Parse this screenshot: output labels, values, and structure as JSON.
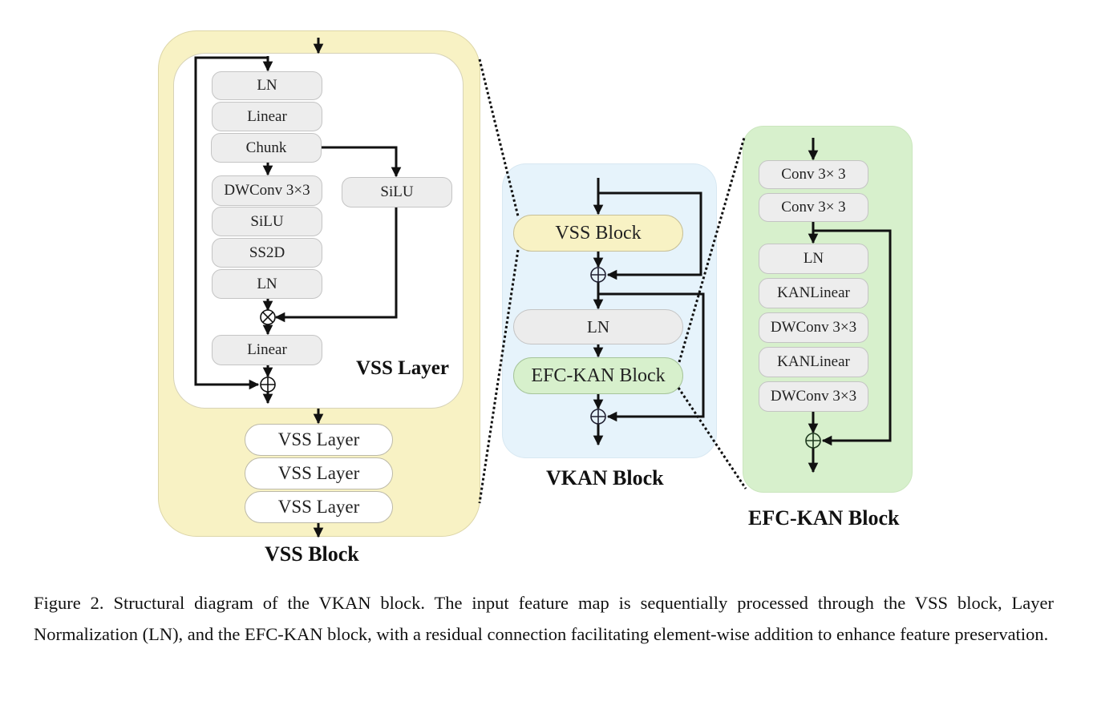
{
  "vss_block": {
    "title": "VSS Block",
    "vss_layer": {
      "title": "VSS Layer",
      "main_path": [
        "LN",
        "Linear",
        "Chunk",
        "DWConv 3×3",
        "SiLU",
        "SS2D",
        "LN"
      ],
      "gate_branch": "SiLU",
      "after_multiply": "Linear",
      "multiply_symbol": "⊗",
      "add_symbol": "⊕"
    },
    "stacked_layers": [
      "VSS Layer",
      "VSS Layer",
      "VSS Layer"
    ]
  },
  "vkan_block": {
    "title": "VKAN Block",
    "components": [
      "VSS Block",
      "LN",
      "EFC-KAN Block"
    ],
    "add_symbol": "⊕"
  },
  "efc_kan_block": {
    "title": "EFC-KAN Block",
    "components": [
      "Conv 3× 3",
      "Conv 3× 3",
      "LN",
      "KANLinear",
      "DWConv 3×3",
      "KANLinear",
      "DWConv 3×3"
    ],
    "add_symbol": "⊕"
  },
  "colors": {
    "vss_block_bg": "#f8f2c4",
    "vkan_block_bg": "#e6f3fb",
    "efc_kan_block_bg": "#d7f0cc",
    "module_gray": "#ededed"
  },
  "caption": "Figure 2. Structural diagram of the VKAN block. The input feature map is sequentially processed through the VSS block, Layer Normalization (LN), and the EFC-KAN block, with a residual connection facilitating element-wise addition to enhance feature preservation."
}
